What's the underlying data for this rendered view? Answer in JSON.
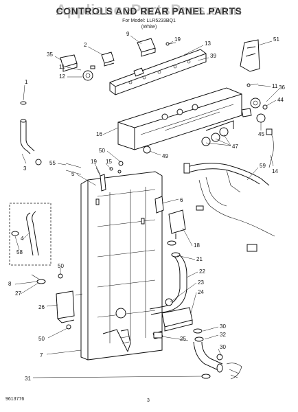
{
  "header": {
    "title": "CONTROLS AND REAR PANEL PARTS",
    "model_line": "For Model: LLR5233BQ1",
    "color_line": "(White)",
    "watermark": "AppliancePartsPros.com"
  },
  "footer": {
    "diagram_code": "9613776",
    "page_number": "3"
  },
  "callouts": [
    "9",
    "19",
    "13",
    "51",
    "2",
    "35",
    "39",
    "11",
    "12",
    "11",
    "36",
    "44",
    "1",
    "45",
    "16",
    "50",
    "47",
    "49",
    "14",
    "59",
    "3",
    "55",
    "19",
    "15",
    "5",
    "6",
    "4",
    "58",
    "18",
    "21",
    "50",
    "22",
    "8",
    "27",
    "23",
    "24",
    "26",
    "30",
    "25",
    "32",
    "50",
    "30",
    "7",
    "31"
  ]
}
